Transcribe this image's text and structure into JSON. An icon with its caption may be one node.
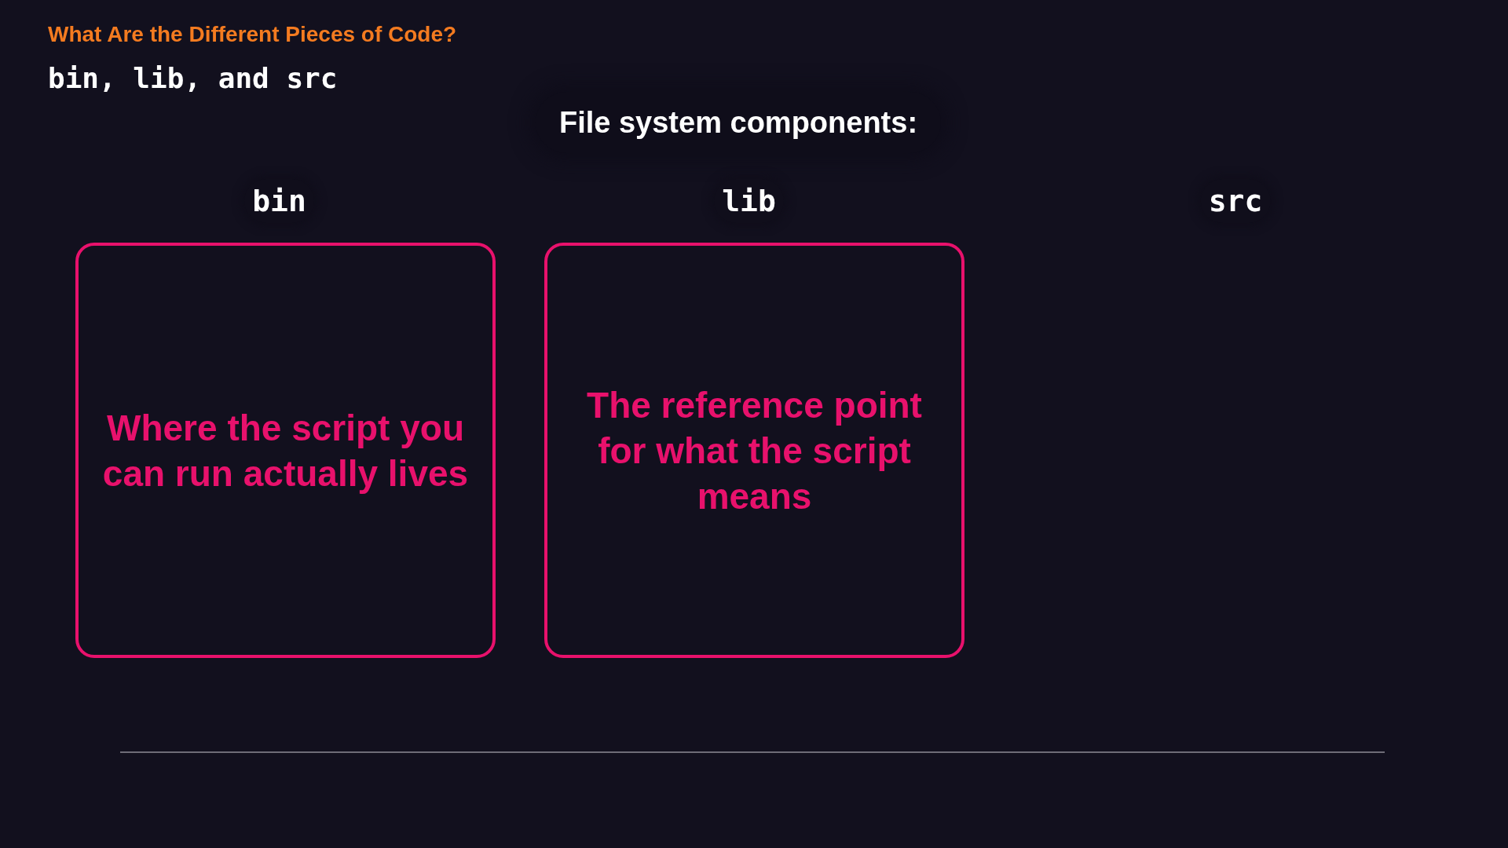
{
  "diagram": {
    "title": "What Are the Different Pieces of Code?",
    "nodes": [
      {
        "text": [
          "bin",
          "Where the script you can run actually lives"
        ]
      },
      {
        "text": [
          "lib",
          "The reference point for what the script means"
        ]
      }
    ],
    "edges": [],
    "labels": [
      "bin, lib, and src",
      "File system components:",
      "src"
    ]
  }
}
